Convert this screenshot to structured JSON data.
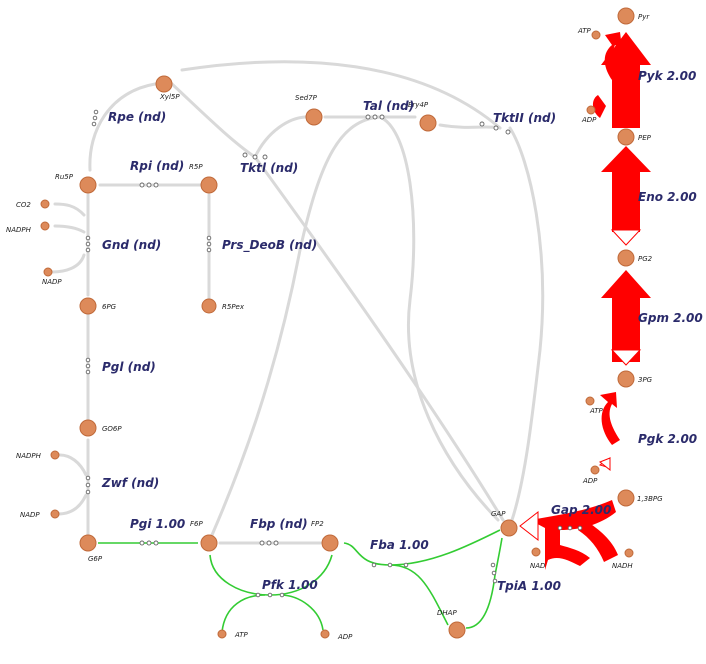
{
  "colors": {
    "metabolite": "#dd8a5a",
    "active_flux": "#33cc33",
    "high_flux": "#ff0000",
    "inactive": "#d9d9d9",
    "reaction_label": "#2b2b6b"
  },
  "metabolites": {
    "xyl5p": "Xyl5P",
    "sed7p": "Sed7P",
    "ery4p": "Ery4P",
    "ru5p": "Ru5P",
    "r5p": "R5P",
    "r5pex": "R5Pex",
    "co2": "CO2",
    "nadph_gnd": "NADPH",
    "nadp_gnd": "NADP",
    "pg6": "6PG",
    "go6p": "GO6P",
    "nadph_zwf": "NADPH",
    "nadp_zwf": "NADP",
    "g6p": "G6P",
    "f6p": "F6P",
    "fp2": "FP2",
    "atp_pfk": "ATP",
    "adp_pfk": "ADP",
    "dhap": "DHAP",
    "gap": "GAP",
    "nad": "NAD",
    "nadh": "NADH",
    "bpg13": "1,3BPG",
    "atp_pgk": "ATP",
    "adp_pgk": "ADP",
    "pg3": "3PG",
    "pg2": "PG2",
    "pep": "PEP",
    "atp_pyk": "ATP",
    "adp_pyk": "ADP",
    "pyr": "Pyr"
  },
  "reactions": {
    "rpe": "Rpe (nd)",
    "rpi": "Rpi (nd)",
    "tktl": "Tktl (nd)",
    "tal": "Tal (nd)",
    "tktii": "TktII (nd)",
    "gnd": "Gnd (nd)",
    "prs": "Prs_DeoB (nd)",
    "pgl": "Pgl (nd)",
    "zwf": "Zwf (nd)",
    "pgi": "Pgi 1.00",
    "fbp": "Fbp (nd)",
    "pfk": "Pfk 1.00",
    "fba": "Fba 1.00",
    "tpia": "TpiA 1.00",
    "gap": "Gap 2.00",
    "pgk": "Pgk 2.00",
    "gpm": "Gpm 2.00",
    "eno": "Eno 2.00",
    "pyk": "Pyk 2.00"
  }
}
